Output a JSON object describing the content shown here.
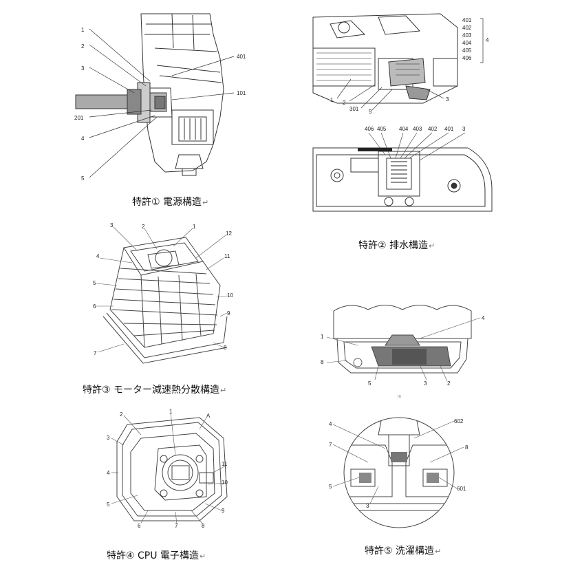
{
  "figures": [
    {
      "id": "p1",
      "caption": "特許① 電源構造",
      "callouts": [
        "1",
        "2",
        "3",
        "201",
        "4",
        "5",
        "401",
        "101"
      ]
    },
    {
      "id": "p2",
      "caption": "特許② 排水構造",
      "callouts_top": [
        "401",
        "402",
        "403",
        "404",
        "405",
        "406",
        "4",
        "1",
        "2",
        "301",
        "5",
        "3"
      ],
      "callouts_bottom": [
        "406",
        "405",
        "404",
        "403",
        "402",
        "401",
        "3"
      ]
    },
    {
      "id": "p3",
      "caption": "特許③ モーター減速熱分散構造",
      "callouts": [
        "3",
        "2",
        "1",
        "12",
        "4",
        "11",
        "5",
        "10",
        "6",
        "9",
        "7",
        "8"
      ]
    },
    {
      "id": "p4",
      "caption": "特許④ CPU 電子構造",
      "callouts": [
        "2",
        "1",
        "A",
        "3",
        "4",
        "11",
        "10",
        "5",
        "9",
        "6",
        "7",
        "8"
      ]
    },
    {
      "id": "p5",
      "caption": "特許⑤ 洗濯構造",
      "callouts_top": [
        "4",
        "1",
        "8",
        "5",
        "3",
        "2"
      ],
      "figure_mark": "m",
      "callouts_bottom": [
        "4",
        "602",
        "7",
        "8",
        "5",
        "601",
        "3"
      ]
    }
  ],
  "caption_mark": "↵"
}
